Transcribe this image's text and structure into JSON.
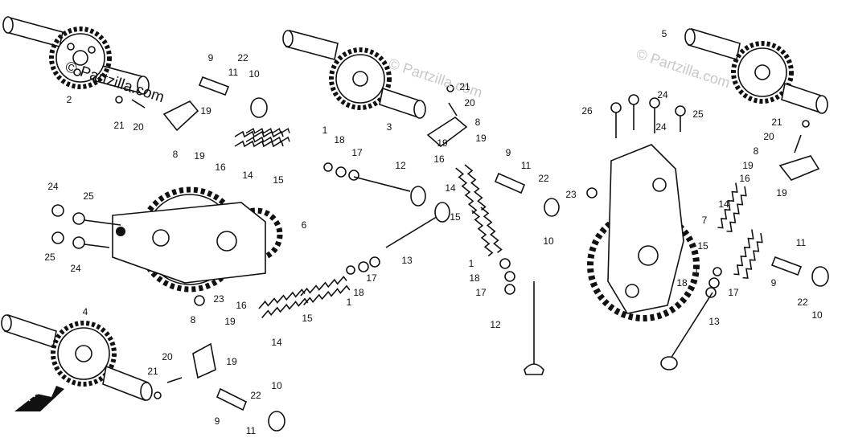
{
  "watermarks": [
    "© Partzilla.com",
    "© Partzilla.com",
    "© Partzilla.com"
  ],
  "direction_badge": "FWD",
  "part_labels": [
    "2",
    "21",
    "20",
    "9",
    "22",
    "11",
    "10",
    "19",
    "8",
    "19",
    "16",
    "14",
    "15",
    "3",
    "21",
    "20",
    "8",
    "19",
    "19",
    "1",
    "18",
    "17",
    "12",
    "16",
    "14",
    "15",
    "9",
    "11",
    "22",
    "10",
    "5",
    "24",
    "24",
    "26",
    "25",
    "21",
    "20",
    "8",
    "19",
    "16",
    "19",
    "23",
    "7",
    "14",
    "15",
    "11",
    "9",
    "22",
    "10",
    "24",
    "25",
    "6",
    "25",
    "24",
    "23",
    "1",
    "18",
    "17",
    "13",
    "1",
    "18",
    "17",
    "12",
    "1",
    "18",
    "17",
    "13",
    "4",
    "16",
    "19",
    "19",
    "14",
    "15",
    "8",
    "20",
    "21",
    "9",
    "22",
    "10",
    "11"
  ]
}
